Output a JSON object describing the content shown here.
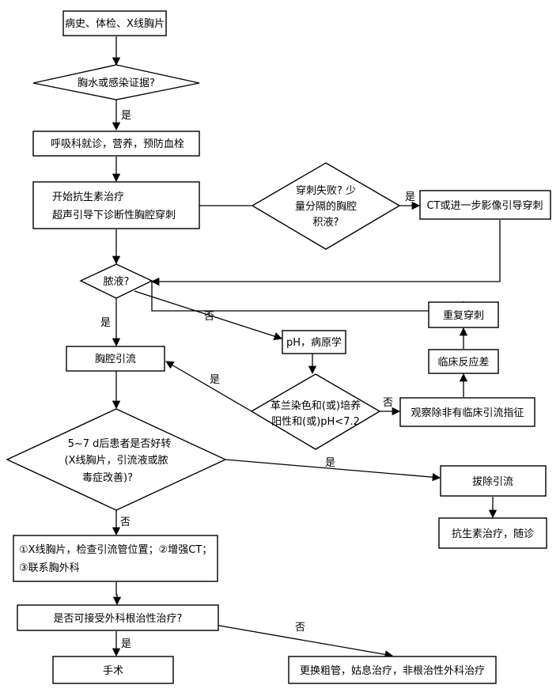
{
  "nodes": {
    "history": "病史、体检、X线胸片",
    "q_effusion": "胸水或感染证据?",
    "respiratory": "呼吸科就诊，营养，预防血栓",
    "antibiotic": [
      "开始抗生素治疗",
      "超声引导下诊断性胸腔穿刺"
    ],
    "q_fail": [
      "穿刺失败? 少",
      "量分隔的胸腔",
      "积液?"
    ],
    "ct": "CT或进一步影像引导穿刺",
    "q_pus": "脓液?",
    "repeat": "重复穿刺",
    "drain": "胸腔引流",
    "ph": "pH，病原学",
    "poor": "临床反应差",
    "q_gram": [
      "革兰染色和(或)培养",
      "阳性和(或)pH<7.2"
    ],
    "observe": "观察除非有临床引流指征",
    "q_improve": [
      "5~7 d后患者是否好转",
      "(X线胸片，引流液或脓",
      "毒症改善)?"
    ],
    "remove": "拔除引流",
    "followup": "抗生素治疗，随诊",
    "check": [
      "①X线胸片，检查引流管位置；②增强CT；",
      "③联系胸外科"
    ],
    "q_surgery": "是否可接受外科根治性治疗?",
    "surgery": "手术",
    "palliative": "更换粗管，姑息治疗，非根治性外科治疗"
  },
  "edges": {
    "yes": "是",
    "no": "否"
  }
}
